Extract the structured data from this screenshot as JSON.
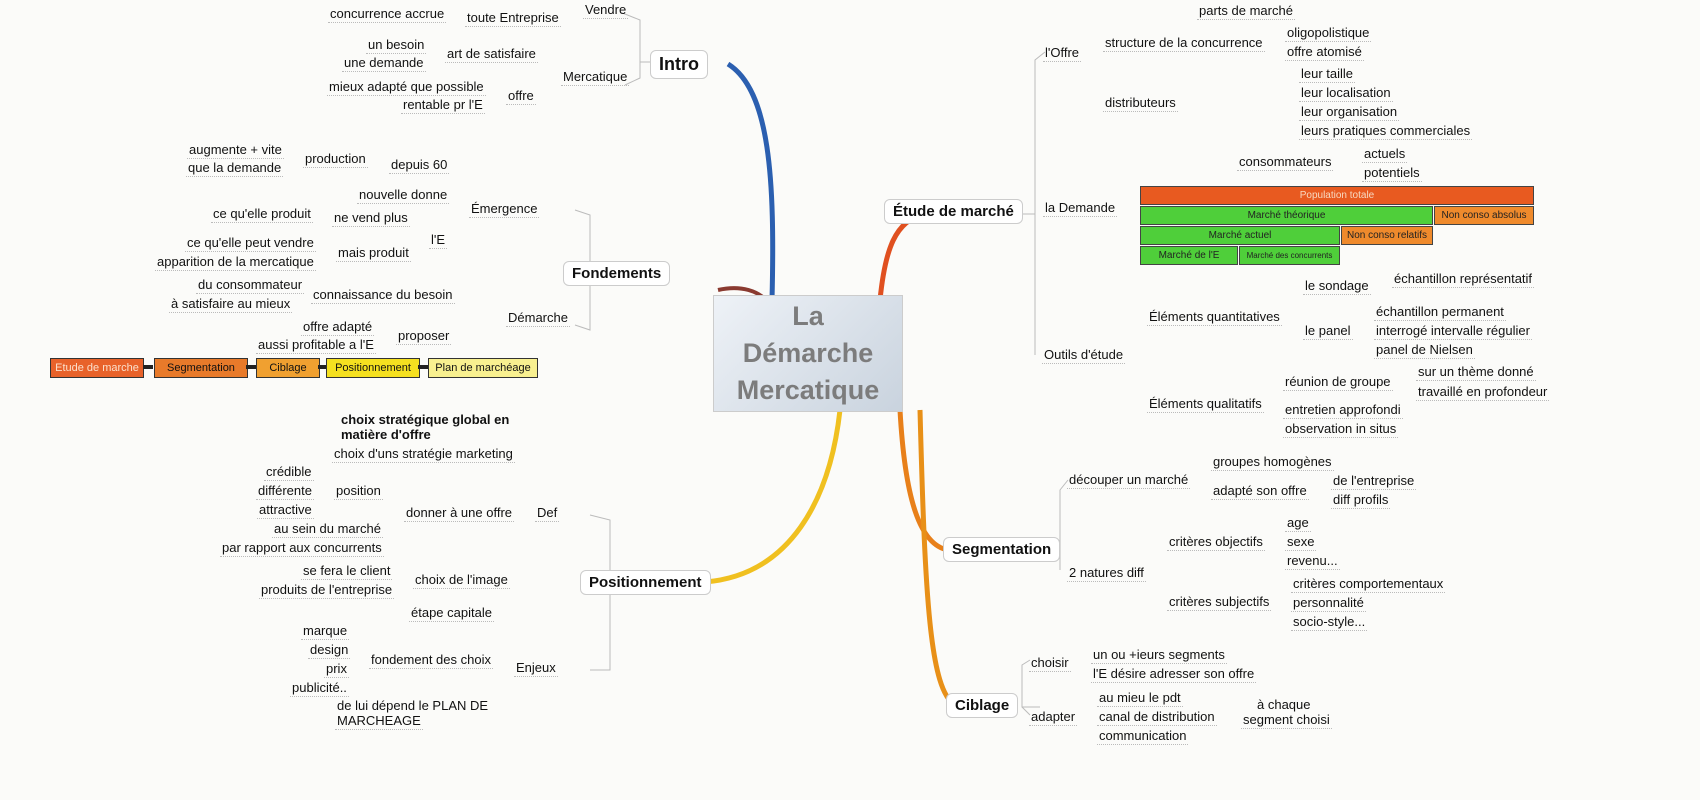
{
  "center": {
    "line1": "La",
    "line2": "Démarche",
    "line3": "Mercatique"
  },
  "branches": {
    "intro": "Intro",
    "fondements": "Fondements",
    "positionnement": "Positionnement",
    "etude": "Étude de marché",
    "segmentation": "Segmentation",
    "ciblage": "Ciblage"
  },
  "colors": {
    "intro": "#2b5fb0",
    "fondements": "#8a3a30",
    "positionnement": "#f0c020",
    "etude": "#e05020",
    "segmentation": "#e8801a",
    "ciblage": "#e89018"
  },
  "intro": [
    "concurrence accrue",
    "toute Entreprise",
    "Vendre",
    "un besoin",
    "une demande",
    "art de satisfaire",
    "Mercatique",
    "mieux adapté que possible",
    "rentable pr l'E",
    "offre"
  ],
  "fondements": [
    "augmente + vite",
    "que la demande",
    "production",
    "depuis 60",
    "nouvelle donne",
    "ce qu'elle produit",
    "ne vend plus",
    "l'E",
    "Émergence",
    "ce qu'elle peut vendre",
    "apparition de la mercatique",
    "mais produit",
    "du consommateur",
    "à satisfaire au mieux",
    "connaissance du besoin",
    "Démarche",
    "offre adapté",
    "proposer",
    "aussi profitable a l'E"
  ],
  "process": [
    "Etude de marche",
    "Segmentation",
    "Ciblage",
    "Positionnement",
    "Plan de marchéage"
  ],
  "positionnement": [
    "choix stratégique global en",
    "matière d'offre",
    "choix d'uns stratégie marketing",
    "crédible",
    "différente",
    "attractive",
    "position",
    "donner à une offre",
    "Def",
    "au sein du marché",
    "par rapport aux concurrents",
    "se fera le client",
    "choix de l'image",
    "produits de l'entreprise",
    "étape capitale",
    "marque",
    "design",
    "prix",
    "publicité..",
    "fondement des choix",
    "Enjeux",
    "de lui dépend le PLAN DE",
    "MARCHEAGE"
  ],
  "etude": [
    "l'Offre",
    "parts de marché",
    "structure de la concurrence",
    "oligopolistique",
    "offre atomisé",
    "distributeurs",
    "leur taille",
    "leur localisation",
    "leur organisation",
    "leurs pratiques  commerciales",
    "consommateurs",
    "actuels",
    "potentiels",
    "la Demande",
    "Outils d'étude",
    "Éléments quantitatives",
    "le sondage",
    "échantillon représentatif",
    "le panel",
    "échantillon permanent",
    "interrogé intervalle régulier",
    "panel de Nielsen",
    "Éléments qualitatifs",
    "réunion de groupe",
    "sur un thème donné",
    "travaillé en profondeur",
    "entretien approfondi",
    "observation in situs"
  ],
  "market_bars": [
    "Population totale",
    "Marché théorique",
    "Non conso absolus",
    "Marché actuel",
    "Non conso relatifs",
    "Marché de l'E",
    "Marché des concurrents"
  ],
  "segmentation": [
    "découper un marché",
    "groupes homogènes",
    "adapté son offre",
    "de l'entreprise",
    "diff profils",
    "2 natures diff",
    "critères objectifs",
    "age",
    "sexe",
    "revenu...",
    "critères subjectifs",
    "critères comportementaux",
    "personnalité",
    "socio-style..."
  ],
  "ciblage": [
    "choisir",
    "un ou +ieurs segments",
    "l'E désire adresser son offre",
    "adapter",
    "au mieu le pdt",
    "canal de distribution",
    "communication",
    "à chaque",
    "segment choisi"
  ]
}
